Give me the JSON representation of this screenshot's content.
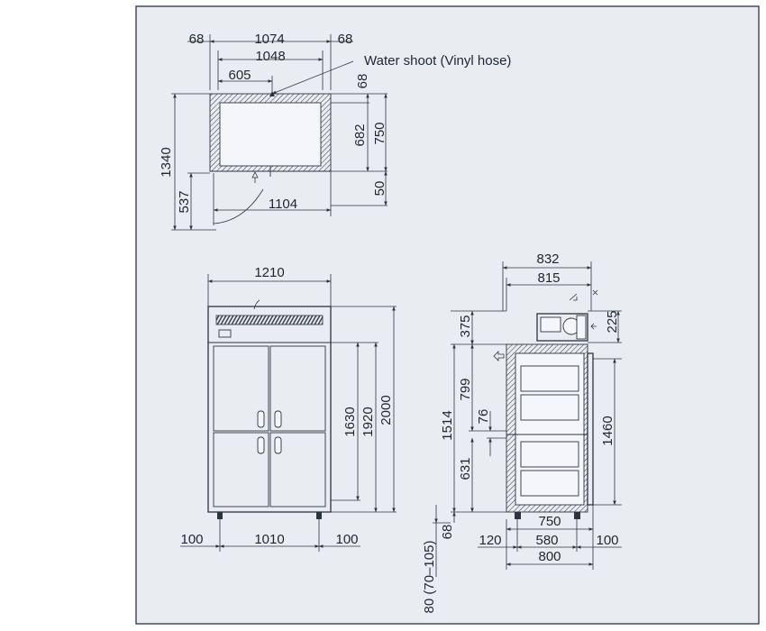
{
  "colors": {
    "background": "#e9edf2",
    "line": "#2c3440",
    "frame": "#3a4350"
  },
  "labels": {
    "water_shoot": "Water shoot (Vinyl hose)"
  },
  "dimensions": {
    "top": {
      "left_margin": "68",
      "overall_width": "1074",
      "right_margin": "68",
      "inner_width": "1048",
      "drain_offset": "605",
      "top_gap": "68",
      "inner_depth": "682",
      "depth": "750",
      "total_depth": "1340",
      "bottom_gap": "50",
      "door_swing": "537",
      "door_width": "1104"
    },
    "front": {
      "width": "1210",
      "cabinet_height": "1630",
      "top_height": "1920",
      "total_height": "2000",
      "left_clearance": "100",
      "foot_span": "1010",
      "right_clearance": "100"
    },
    "side": {
      "top_width": "832",
      "unit_width": "815",
      "unit_height": "225",
      "top_clearance": "375",
      "upper_section": "799",
      "total_section": "1514",
      "divider": "76",
      "lower_section": "631",
      "door_height": "1460",
      "leg_height": "68",
      "adjust_height": "80 (70–105)",
      "depth": "750",
      "back_clearance": "120",
      "foot_depth": "580",
      "front_clearance": "100",
      "total_depth": "800"
    }
  }
}
